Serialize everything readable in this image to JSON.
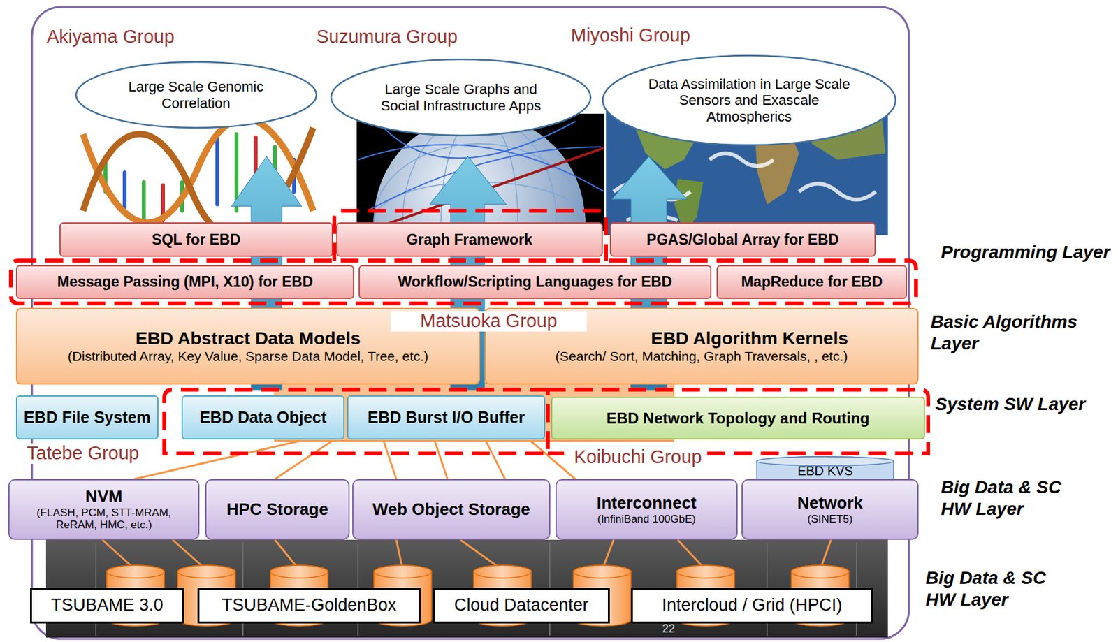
{
  "diagram": {
    "nodes": [
      {
        "text": [
          "Large Scale Genomic Correlation"
        ]
      },
      {
        "text": [
          "Large Scale Graphs and Social Infrastructure Apps"
        ]
      },
      {
        "text": [
          "Data Assimilation in Large Scale Sensors and Exascale Atmospherics"
        ]
      },
      {
        "text": [
          "SQL for EBD"
        ]
      },
      {
        "text": [
          "Graph Framework"
        ]
      },
      {
        "text": [
          "PGAS/Global Array for EBD"
        ]
      },
      {
        "text": [
          "Message Passing (MPI, X10) for EBD"
        ]
      },
      {
        "text": [
          "Workflow/Scripting Languages for EBD"
        ]
      },
      {
        "text": [
          "MapReduce for EBD"
        ]
      },
      {
        "text": [
          "EBD Abstract Data Models",
          "(Distributed Array, Key Value, Sparse Data Model, Tree, etc.)"
        ]
      },
      {
        "text": [
          "EBD Algorithm Kernels",
          "(Search/ Sort, Matching, Graph Traversals, , etc.)"
        ]
      },
      {
        "text": [
          "EBD File System"
        ]
      },
      {
        "text": [
          "EBD Data Object"
        ]
      },
      {
        "text": [
          "EBD Burst I/O Buffer"
        ]
      },
      {
        "text": [
          "EBD Network Topology and Routing"
        ]
      },
      {
        "text": [
          "EBD KVS"
        ]
      },
      {
        "text": [
          "NVM",
          "(FLASH, PCM, STT-MRAM, ReRAM, HMC, etc.)"
        ]
      },
      {
        "text": [
          "HPC Storage"
        ]
      },
      {
        "text": [
          "Web Object Storage"
        ]
      },
      {
        "text": [
          "Interconnect",
          "(InfiniBand 100GbE)"
        ]
      },
      {
        "text": [
          "Network",
          "(SINET5)"
        ]
      },
      {
        "text": [
          "TSUBAME 3.0"
        ]
      },
      {
        "text": [
          "TSUBAME-GoldenBox"
        ]
      },
      {
        "text": [
          "Cloud Datacenter"
        ]
      },
      {
        "text": [
          "Intercloud / Grid (HPCI)"
        ]
      }
    ],
    "labels": [
      "Akiyama Group",
      "Suzumura Group",
      "Miyoshi Group",
      "Matsuoka Group",
      "Tatebe Group",
      "Koibuchi Group",
      "Programming Layer",
      "Basic Algorithms Layer",
      "System SW Layer",
      "Big Data & SC HW Layer",
      "Big Data & SC HW Layer",
      "22"
    ]
  }
}
